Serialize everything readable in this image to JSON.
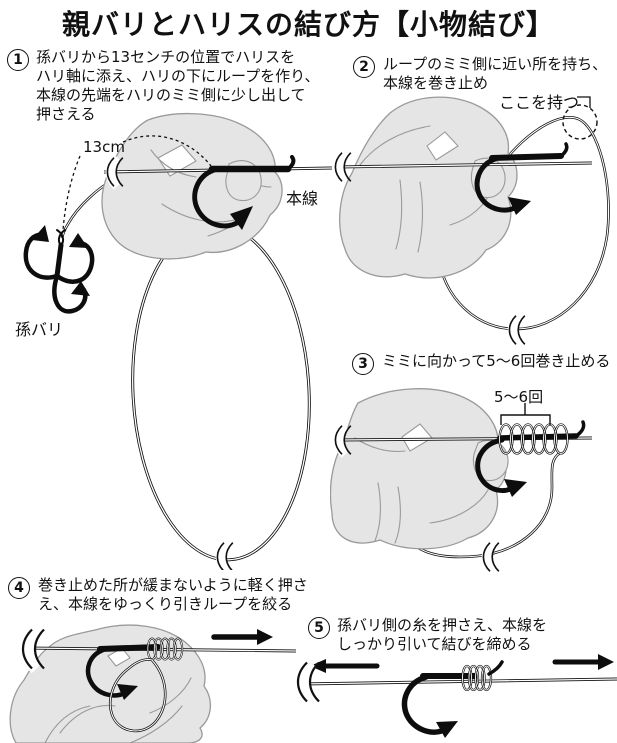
{
  "title": "親バリとハリスの結び方【小物結び】",
  "steps": [
    {
      "number": "1",
      "lines": [
        "孫バリから13センチの位置でハリスを",
        "ハリ軸に添え、ハリの下にループを作り、",
        "本線の先端をハリのミミ側に少し出して",
        "押さえる"
      ]
    },
    {
      "number": "2",
      "lines": [
        "ループのミミ側に近い所を持ち、",
        "本線を巻き止め"
      ]
    },
    {
      "number": "3",
      "lines": [
        "ミミに向かって5〜6回巻き止める"
      ]
    },
    {
      "number": "4",
      "lines": [
        "巻き止めた所が緩まないように軽く押さ",
        "え、本線をゆっくり引きループを絞る"
      ]
    },
    {
      "number": "5",
      "lines": [
        "孫バリ側の糸を押さえ、本線を",
        "しっかり引いて結びを締める"
      ]
    }
  ],
  "annotations": {
    "distance": "13cm",
    "main_line": "本線",
    "treble_hook": "孫バリ",
    "hold_here": "ここを持つ",
    "wrap_count": "5〜6回"
  },
  "colors": {
    "ink": "#111111",
    "hand_fill": "#e5e5e5",
    "hand_outline": "#9a9a9a",
    "background": "#ffffff"
  }
}
